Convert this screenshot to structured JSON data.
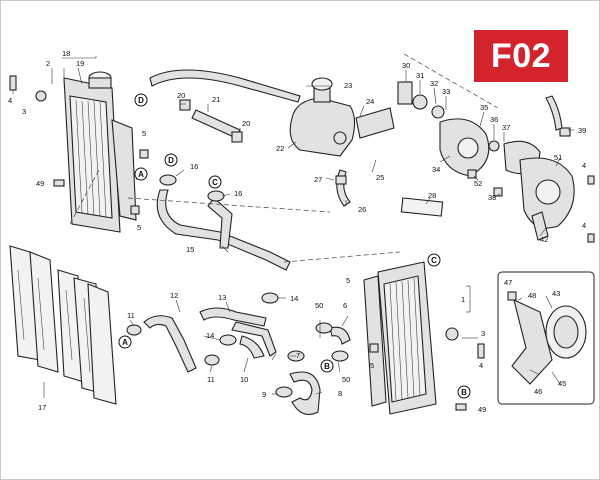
{
  "page": {
    "code": "F02",
    "badge_color": "#d3232c"
  },
  "callouts": {
    "c1": "1",
    "c2": "2",
    "c3": "3",
    "c4": "4",
    "c5": "5",
    "c6": "6",
    "c7": "7",
    "c8": "8",
    "c9": "9",
    "c10": "10",
    "c11": "11",
    "c12": "12",
    "c13": "13",
    "c14": "14",
    "c15": "15",
    "c16": "16",
    "c17": "17",
    "c18": "18",
    "c19": "19",
    "c20": "20",
    "c21": "21",
    "c22": "22",
    "c23": "23",
    "c24": "24",
    "c25": "25",
    "c26": "26",
    "c27": "27",
    "c28": "28",
    "c30": "30",
    "c31": "31",
    "c32": "32",
    "c33": "33",
    "c34": "34",
    "c35": "35",
    "c36": "36",
    "c37": "37",
    "c38": "38",
    "c39": "39",
    "c42": "42",
    "c43": "43",
    "c45": "45",
    "c46": "46",
    "c47": "47",
    "c48": "48",
    "c49": "49",
    "c50": "50",
    "c51": "51",
    "c52": "52"
  },
  "refs": {
    "A": "A",
    "B": "B",
    "C": "C",
    "D": "D"
  }
}
